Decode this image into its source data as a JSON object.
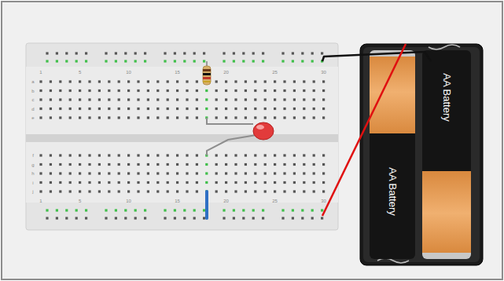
{
  "diagram": {
    "nodes": [
      {
        "text": [
          "AA Battery"
        ]
      },
      {
        "text": [
          "AA Battery"
        ]
      }
    ],
    "labels": [
      "1",
      "5",
      "10",
      "15",
      "20",
      "25",
      "30",
      "1",
      "5",
      "10",
      "15",
      "20",
      "25",
      "30",
      "a",
      "b",
      "c",
      "d",
      "e",
      "f",
      "g",
      "h",
      "i",
      "j"
    ]
  }
}
